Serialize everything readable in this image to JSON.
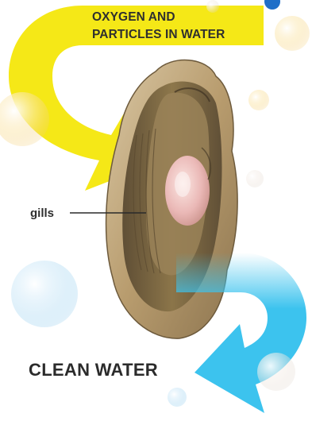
{
  "labels": {
    "intake_line_1": "OXYGEN AND",
    "intake_line_2": "PARTICLES IN WATER",
    "gills": "gills",
    "outflow": "CLEAN WATER"
  },
  "colors": {
    "intake_arrow": "#f5e817",
    "outflow_arrow": "#3cc3ee",
    "label_text": "#2f2f2f",
    "corner_dot": "#1f6fc8"
  }
}
